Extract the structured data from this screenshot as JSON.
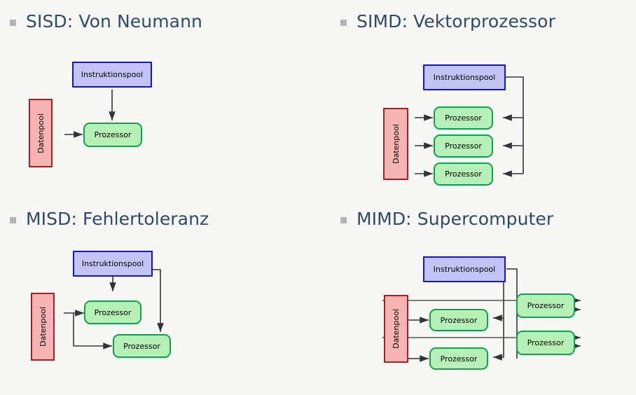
{
  "slide": {
    "background_color": "#f7f7f5",
    "title_color": "#2f4a63",
    "bullet_color": "#b3b3b3"
  },
  "labels": {
    "instruktionspool": "Instruktionspool",
    "prozessor": "Prozessor",
    "datenpool": "Datenpool"
  },
  "colors": {
    "instr_fill": "#c3c3f5",
    "instr_border": "#1414c8",
    "proc_fill": "#b6f0b6",
    "proc_border": "#11a04e",
    "data_fill": "#f7b4b4",
    "data_border": "#a52020",
    "arrow": "#333333"
  },
  "quadrants": [
    {
      "id": "sisd",
      "heading": "SISD: Von Neumann",
      "instruktionspool_count": 1,
      "datenpool_count": 1,
      "prozessor_count": 1,
      "prozessor_labels": [
        "Prozessor"
      ]
    },
    {
      "id": "simd",
      "heading": "SIMD: Vektorprozessor",
      "instruktionspool_count": 1,
      "datenpool_count": 1,
      "prozessor_count": 3,
      "prozessor_labels": [
        "Prozessor",
        "Prozessor",
        "Prozessor"
      ]
    },
    {
      "id": "misd",
      "heading": "MISD: Fehlertoleranz",
      "instruktionspool_count": 1,
      "datenpool_count": 1,
      "prozessor_count": 2,
      "prozessor_labels": [
        "Prozessor",
        "Prozessor"
      ]
    },
    {
      "id": "mimd",
      "heading": "MIMD: Supercomputer",
      "instruktionspool_count": 1,
      "datenpool_count": 1,
      "prozessor_count": 4,
      "prozessor_labels": [
        "Prozessor",
        "Prozessor",
        "Prozessor",
        "Prozessor"
      ]
    }
  ]
}
